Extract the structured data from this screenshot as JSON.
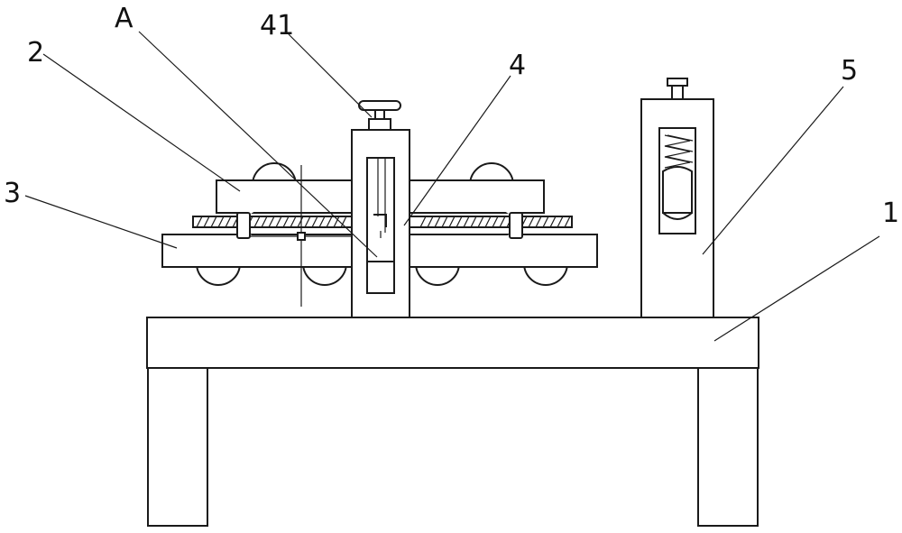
{
  "figure": {
    "labels": {
      "l1": "1",
      "l2": "2",
      "l3": "3",
      "l4": "4",
      "l5": "5",
      "l41": "41",
      "lA": "A"
    },
    "colors": {
      "line": "#1a1a1a",
      "background": "#ffffff"
    }
  }
}
